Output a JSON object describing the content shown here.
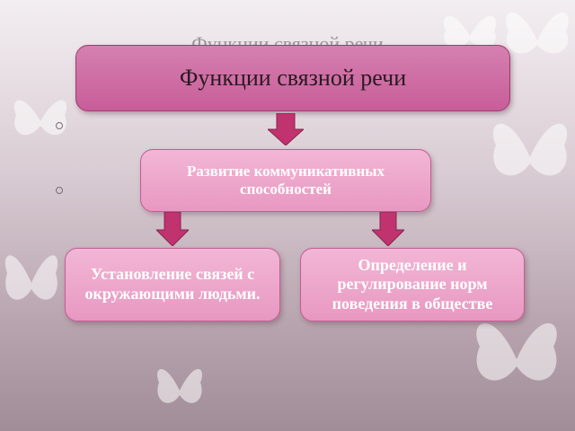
{
  "ghost_title": "Функции связной речи",
  "diagram": {
    "root": "Функции связной речи",
    "middle": "Развитие коммуникативных способностей",
    "left": "Установление связей с окружающими людьми.",
    "right": "Определение и регулирование норм поведения в обществе"
  },
  "colors": {
    "root_fill": "#c85d99",
    "node_fill": "#e898c1",
    "arrow_fill": "#c0336f"
  }
}
